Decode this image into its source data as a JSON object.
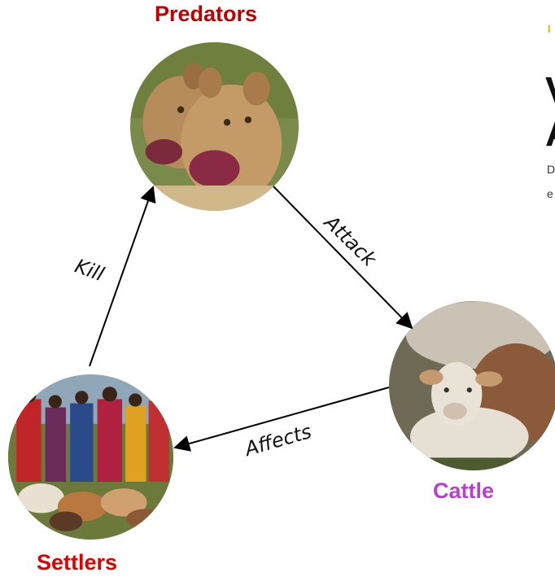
{
  "nodes": {
    "predators": {
      "label": "Predators",
      "color": "#c00000"
    },
    "cattle": {
      "label": "Cattle",
      "color": "#b740d0"
    },
    "settlers": {
      "label": "Settlers",
      "color": "#e00000"
    }
  },
  "edges": {
    "attack": {
      "label": "Attack",
      "from": "Predators",
      "to": "Cattle"
    },
    "affects": {
      "label": "Affects",
      "from": "Cattle",
      "to": "Settlers"
    },
    "kill": {
      "label": "Kill",
      "from": "Settlers",
      "to": "Predators"
    }
  },
  "right_panel": {
    "tag": "I",
    "heading_line1": "V",
    "heading_line2": "A",
    "text_line1": "D",
    "text_line2": "e"
  }
}
